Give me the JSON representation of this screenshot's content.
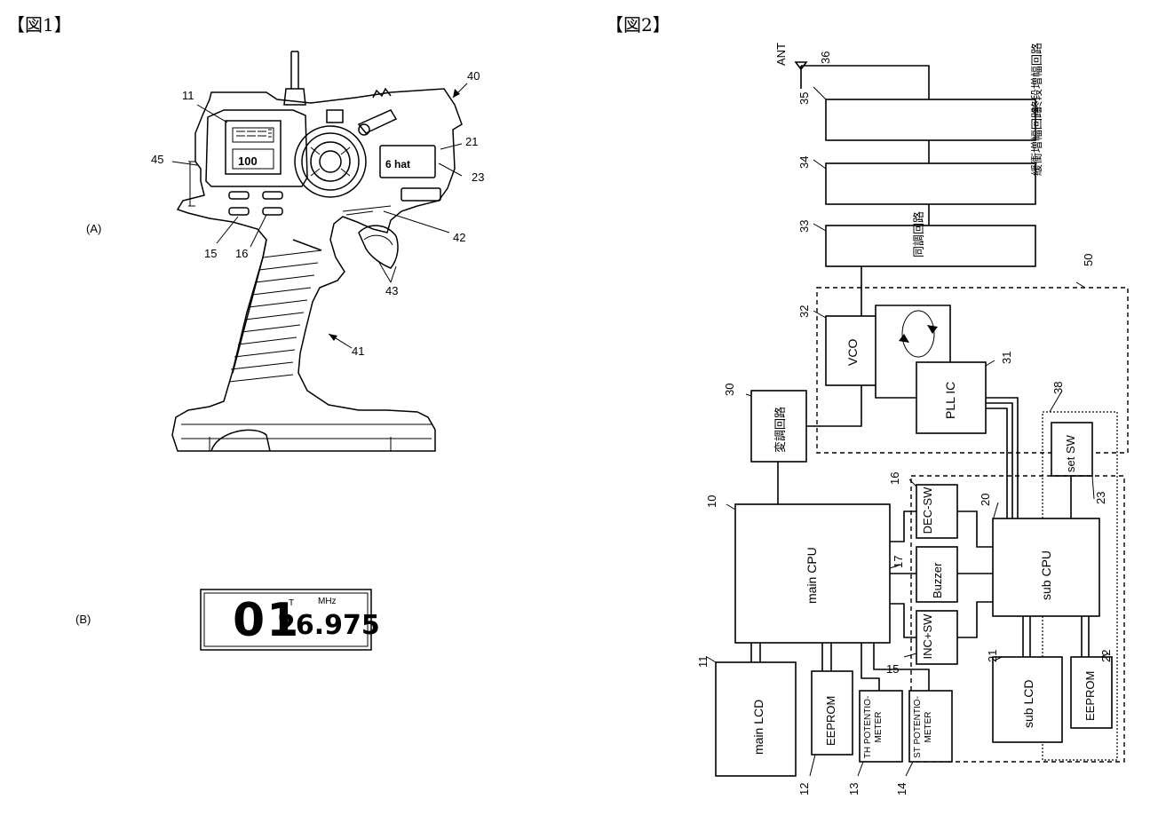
{
  "figures": {
    "fig1": {
      "title": "【図1】",
      "sub_a": "(A)",
      "sub_b": "(B)",
      "refs": [
        "11",
        "40",
        "21",
        "45",
        "23",
        "42",
        "15",
        "16",
        "43",
        "41"
      ],
      "lcd_main_value": "100",
      "lcd_sub_value": "6 hat",
      "display_b": {
        "channel": "01",
        "frequency": "26.975",
        "unit": "MHz",
        "marker": "T"
      }
    },
    "fig2": {
      "title": "【図2】",
      "antenna_label": "ANT",
      "blocks": {
        "final_amp": "終段増幅回路",
        "buffer_amp": "緩衝増幅回路",
        "mod_circuit": "同調回路",
        "vco": "VCO",
        "pll": "PLL IC",
        "modulator": "変調回路",
        "set_sw": "set SW",
        "main_cpu": "main CPU",
        "dec_sw": "DEC-SW",
        "buzzer": "Buzzer",
        "inc_sw": "INC+SW",
        "sub_cpu": "sub CPU",
        "main_lcd": "main LCD",
        "eeprom_main": "EEPROM",
        "th_pot": "TH POTENTIO-METER",
        "st_pot": "ST POTENTIO-METER",
        "sub_lcd": "sub LCD",
        "eeprom_sub": "EEPROM"
      },
      "refs": {
        "r36": "36",
        "r35": "35",
        "r34": "34",
        "r33": "33",
        "r50": "50",
        "r32": "32",
        "r31": "31",
        "r30": "30",
        "r38": "38",
        "r16": "16",
        "r20": "20",
        "r10": "10",
        "r17": "17",
        "r23": "23",
        "r15": "15",
        "r21": "21",
        "r22": "22",
        "r11": "11",
        "r12": "12",
        "r13": "13",
        "r14": "14"
      }
    }
  }
}
